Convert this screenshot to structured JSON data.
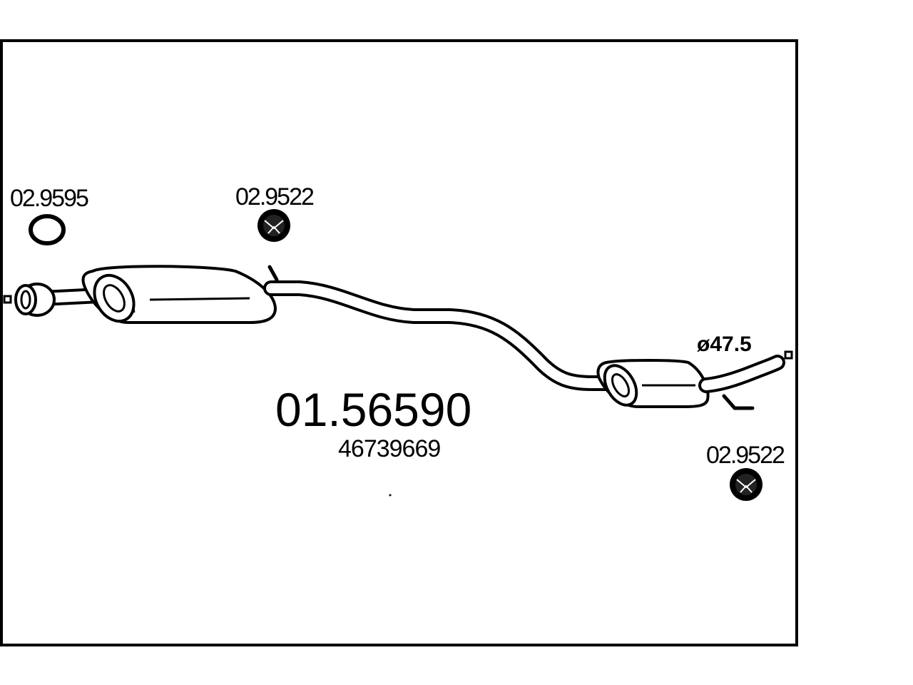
{
  "diagram": {
    "part_number": "01.56590",
    "oe_number": "46739669",
    "pipe_diameter": "ø47.5",
    "components": [
      {
        "id": "gasket",
        "code": "02.9595",
        "icon": "ring-gasket-icon"
      },
      {
        "id": "hanger-front",
        "code": "02.9522",
        "icon": "rubber-hanger-icon"
      },
      {
        "id": "hanger-rear",
        "code": "02.9522",
        "icon": "rubber-hanger-icon"
      }
    ]
  }
}
